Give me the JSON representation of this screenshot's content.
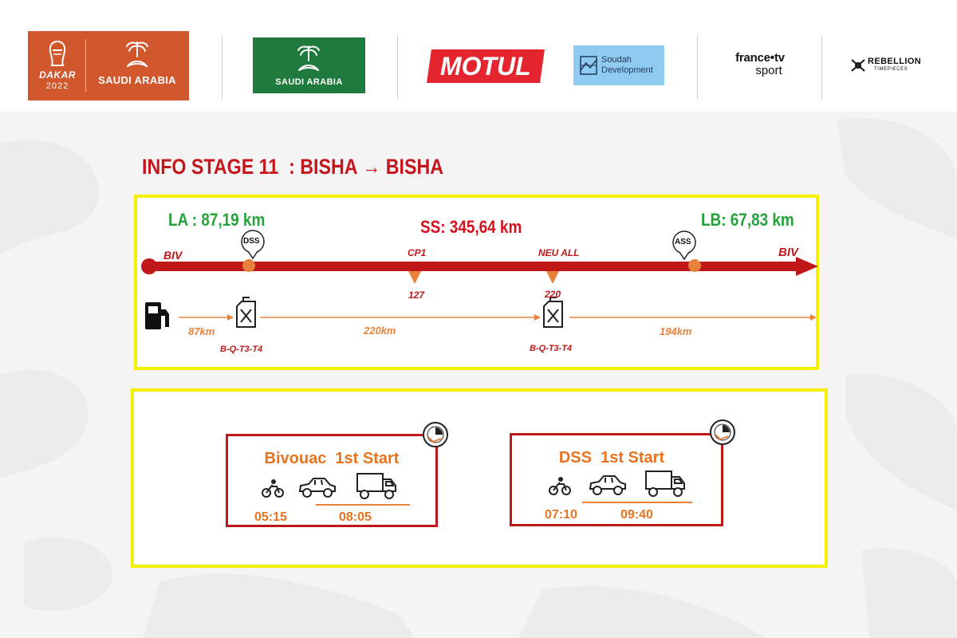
{
  "sponsors": {
    "dakar": {
      "word": "DAKAR",
      "year": "2022",
      "country": "SAUDI ARABIA",
      "color": "#d1572c"
    },
    "saudi_arabia": {
      "country": "SAUDI ARABIA",
      "color": "#1f7a3d"
    },
    "motul": {
      "name": "MOTUL",
      "color": "#e4242f"
    },
    "soudah": {
      "line1": "Soudah",
      "line2": "Development",
      "color": "#8fcaf0"
    },
    "france_tv": {
      "line1": "france•tv",
      "line2": "sport"
    },
    "rebellion": {
      "name": "REBELLION",
      "sub": "TIMEPIECES"
    }
  },
  "stage": {
    "title": "INFO STAGE 11  : BISHA → BISHA"
  },
  "route": {
    "liaison_start": "LA : 87,19 km",
    "special_stage": "SS:  345,64 km",
    "liaison_end": "LB: 67,83 km",
    "start_label": "BIV",
    "end_label": "BIV",
    "markers": [
      {
        "label": "DSS",
        "icon": "map-pin-icon"
      },
      {
        "label": "CP1",
        "value": "127",
        "icon": "triangle-marker-icon"
      },
      {
        "label": "NEU ALL",
        "value": "220",
        "icon": "triangle-marker-icon"
      },
      {
        "label": "ASS",
        "icon": "map-pin-icon"
      }
    ],
    "refuel": {
      "segments": [
        "87km",
        "220km",
        "194km"
      ],
      "points": [
        {
          "label": "B-Q-T3-T4",
          "icon": "jerrycan-icon"
        },
        {
          "label": "B-Q-T3-T4",
          "icon": "jerrycan-icon"
        }
      ],
      "start_icon": "fuel-pump-icon"
    },
    "colors": {
      "line": "#c01818",
      "marker": "#e8823a",
      "frame": "#f4f000",
      "green": "#25a33a"
    }
  },
  "starts": [
    {
      "title": "Bivouac  1st Start",
      "moto_time": "05:15",
      "car_truck_time": "08:05",
      "icons": [
        "clock-icon",
        "motorbike-icon",
        "car-icon",
        "truck-icon"
      ]
    },
    {
      "title": "DSS  1st Start",
      "moto_time": "07:10",
      "car_truck_time": "09:40",
      "icons": [
        "clock-icon",
        "motorbike-icon",
        "car-icon",
        "truck-icon"
      ]
    }
  ]
}
